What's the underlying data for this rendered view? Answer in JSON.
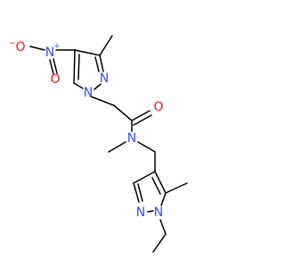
{
  "colors": {
    "nitrogen": "#3050F8",
    "oxygen": "#FF0D0D",
    "bond": "#000000",
    "background": "#FFFFFF"
  },
  "atoms": {
    "nitro_o_minus": {
      "text": "O",
      "charge": "−"
    },
    "nitro_n_plus": {
      "text": "N",
      "charge": "+"
    },
    "nitro_o_double": {
      "text": "O"
    },
    "pyrazole1_n2": {
      "text": "N"
    },
    "pyrazole1_n1": {
      "text": "N"
    },
    "amide_o": {
      "text": "O"
    },
    "amide_n": {
      "text": "N"
    },
    "pyrazole2_n2": {
      "text": "N"
    },
    "pyrazole2_n1": {
      "text": "N"
    }
  }
}
